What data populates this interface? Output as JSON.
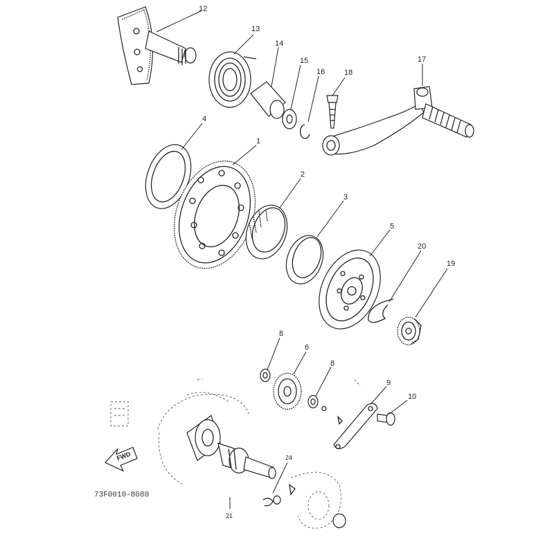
{
  "callouts": [
    {
      "id": "12",
      "text": "12"
    },
    {
      "id": "13",
      "text": "13"
    },
    {
      "id": "14",
      "text": "14"
    },
    {
      "id": "15",
      "text": "15"
    },
    {
      "id": "16",
      "text": "16"
    },
    {
      "id": "18",
      "text": "18"
    },
    {
      "id": "17",
      "text": "17"
    },
    {
      "id": "4",
      "text": "4"
    },
    {
      "id": "1",
      "text": "1"
    },
    {
      "id": "2",
      "text": "2"
    },
    {
      "id": "3",
      "text": "3"
    },
    {
      "id": "5",
      "text": "5"
    },
    {
      "id": "20",
      "text": "20"
    },
    {
      "id": "19",
      "text": "19"
    },
    {
      "id": "8a",
      "text": "8"
    },
    {
      "id": "6",
      "text": "6"
    },
    {
      "id": "8b",
      "text": "8"
    },
    {
      "id": "9",
      "text": "9"
    },
    {
      "id": "10",
      "text": "10"
    },
    {
      "id": "24",
      "text": "24"
    },
    {
      "id": "21",
      "text": "21"
    }
  ],
  "fwd_label": "FWD",
  "drawing_code": "73F0010-8080",
  "icons": {
    "fwd_arrow": "fwd-arrow-icon"
  }
}
